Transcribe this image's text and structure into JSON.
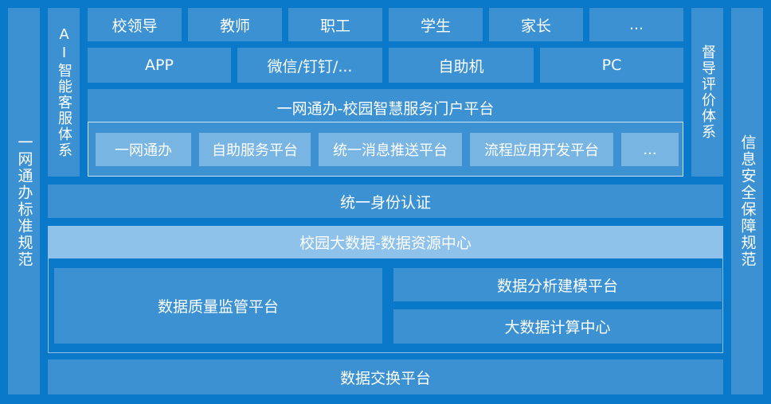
{
  "left_column": {
    "label": "一网通办标准规范"
  },
  "right_column": {
    "label": "信息安全保障规范"
  },
  "ai_column": {
    "label": "AI智能客服体系"
  },
  "eval_column": {
    "label": "督导评价体系"
  },
  "user_row": [
    "校领导",
    "教师",
    "职工",
    "学生",
    "家长",
    "..."
  ],
  "channel_row": [
    "APP",
    "微信/钉钉/...",
    "自助机",
    "PC"
  ],
  "portal": {
    "title": "一网通办-校园智慧服务门户平台",
    "modules": [
      "一网通办",
      "自助服务平台",
      "统一消息推送平台",
      "流程应用开发平台",
      "..."
    ]
  },
  "identity": {
    "label": "统一身份认证"
  },
  "bigdata": {
    "title": "校园大数据-数据资源中心",
    "quality": "数据质量监管平台",
    "analysis": "数据分析建模平台",
    "compute": "大数据计算中心"
  },
  "exchange": {
    "label": "数据交换平台"
  }
}
